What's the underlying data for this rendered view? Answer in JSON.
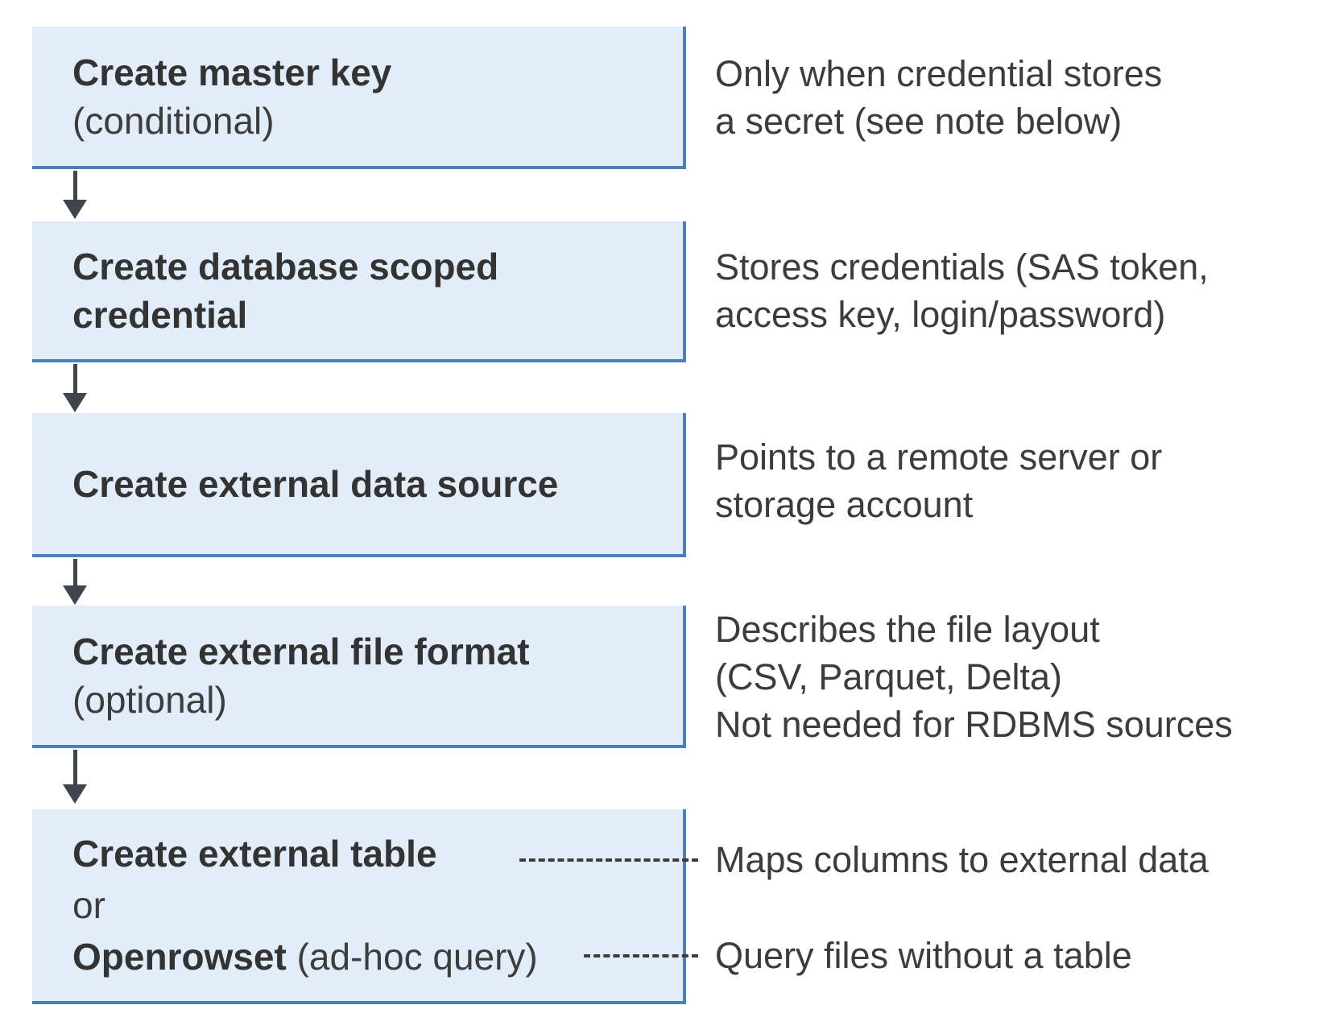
{
  "diagram": {
    "steps": {
      "step1": {
        "box": {
          "title": "Create master key",
          "note": "(conditional)"
        },
        "description": {
          "line1": "Only when credential stores",
          "line2": "a secret (see note below)"
        }
      },
      "step2": {
        "box": {
          "title_line1": "Create database scoped",
          "title_line2": "credential"
        },
        "description": {
          "line1": "Stores credentials (SAS token,",
          "line2": "access key, login/password)"
        }
      },
      "step3": {
        "box": {
          "title": "Create external data source"
        },
        "description": {
          "line1": "Points to a remote server or",
          "line2": "storage account"
        }
      },
      "step4": {
        "box": {
          "title": "Create external file format",
          "note": "(optional)"
        },
        "description": {
          "line1": "Describes the file layout",
          "line2": "(CSV, Parquet, Delta)",
          "line3": "Not needed for RDBMS sources"
        }
      },
      "step5": {
        "box": {
          "title": "Create external table",
          "or": "or",
          "alt_bold": "Openrowset",
          "alt_note": " (ad-hoc query)"
        },
        "connector1_label": "Maps columns to external data",
        "connector2_label": "Query files without a table"
      }
    },
    "colors": {
      "box_fill": "#e3edfa",
      "box_border": "#4a7fbb",
      "arrow": "#3f454c",
      "text_bold": "#333333",
      "text_regular": "#3c3c3c"
    }
  }
}
